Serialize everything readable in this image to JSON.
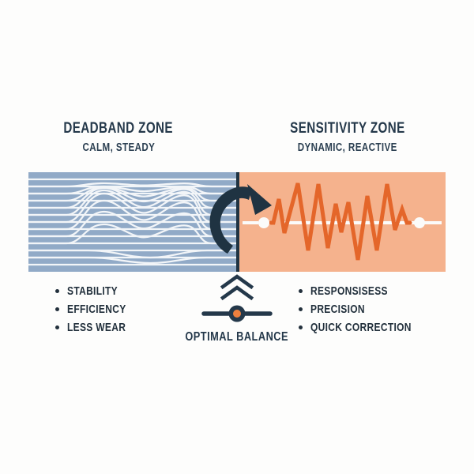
{
  "zones": {
    "deadband": {
      "title": "DEADBAND ZONE",
      "subtitle": "CALM, STEADY",
      "traits": [
        "STABILITY",
        "EFFICIENCY",
        "LESS WEAR"
      ]
    },
    "sensitivity": {
      "title": "SENSITIVITY ZONE",
      "subtitle": "DYNAMIC, REACTIVE",
      "traits": [
        "RESPONSISESS",
        "PRECISION",
        "QUICK CORRECTION"
      ]
    }
  },
  "balance": {
    "label": "OPTIMAL BALANCE"
  },
  "colors": {
    "deadband_panel": "#91aac7",
    "panel_stripe": "#f2f5f8",
    "sensitivity_panel": "#f5b28d",
    "waveform_stroke": "#e4662a",
    "ink": "#24384a",
    "accent_dot": "#ee7f3e",
    "background": "#fdfdfc"
  }
}
